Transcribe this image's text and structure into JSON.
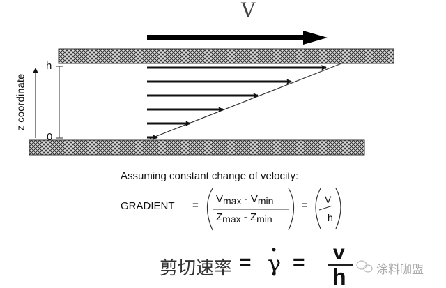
{
  "diagram": {
    "velocity_label": "V",
    "axis_label": "z coordinate",
    "top_tick": "h",
    "bottom_tick": "0",
    "velocity_profile_arrows": 6
  },
  "equations": {
    "assumption": "Assuming constant change of velocity:",
    "gradient_label": "GRADIENT",
    "equals": "=",
    "v": "V",
    "max": "max",
    "min": "min",
    "z": "Z",
    "minus": "-",
    "rhs_num": "V",
    "rhs_den": "h",
    "shear_rate_label": "剪切速率",
    "gamma_dot": "γ",
    "final_num": "v",
    "final_den": "h"
  },
  "watermark": "涂料咖盟"
}
